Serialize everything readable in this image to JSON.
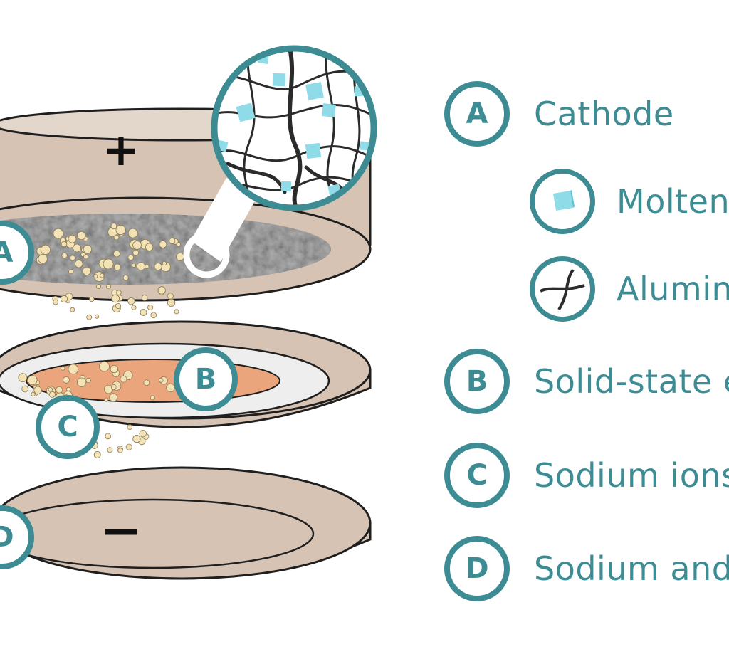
{
  "legend": [
    {
      "letter": "A",
      "label": "Cathode"
    },
    {
      "letter": "B",
      "label": "Solid-state e"
    },
    {
      "letter": "C",
      "label": "Sodium ions"
    },
    {
      "letter": "D",
      "label": "Sodium and"
    }
  ],
  "sublegend": [
    {
      "icon": "cube-icon",
      "label": "Molten"
    },
    {
      "icon": "fiber-mesh-icon",
      "label": "Alumin"
    }
  ],
  "diagram": {
    "plus_symbol": "+",
    "minus_symbol": "−",
    "badges": {
      "a": "A",
      "b": "B",
      "c": "C",
      "d": "D"
    }
  },
  "colors": {
    "teal": "#3d8c94",
    "casing": "#d8c7b8",
    "casing_edge": "#1f1f1f",
    "cathode_gray": "#6d6d6d",
    "electrolyte_orange": "#eba57c",
    "electrolyte_ring": "#eeeeee",
    "particle": "#f2e2b6",
    "crystal": "#8fdbe8"
  }
}
